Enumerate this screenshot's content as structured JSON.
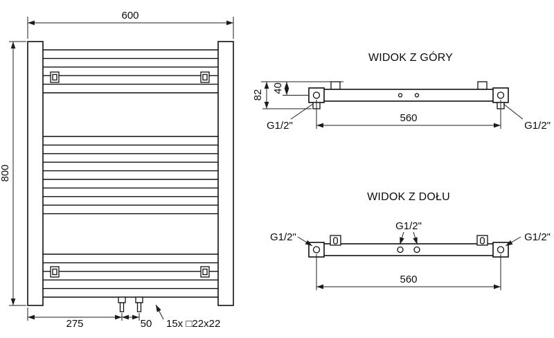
{
  "front_view": {
    "dim_width": "600",
    "dim_height": "800",
    "dim_valve_offset": "275",
    "dim_valve_spacing": "50",
    "tube_note": "15x □22x22"
  },
  "top_view": {
    "title": "WIDOK Z GÓRY",
    "dim_depth": "82",
    "dim_axis_offset": "40",
    "dim_span": "560",
    "conn_left_label": "G1/2\"",
    "conn_right_label": "G1/2\""
  },
  "bottom_view": {
    "title": "WIDOK Z DOŁU",
    "dim_span": "560",
    "conn_left_label": "G1/2\"",
    "conn_center_label": "G1/2\"",
    "conn_right_label": "G1/2\""
  }
}
